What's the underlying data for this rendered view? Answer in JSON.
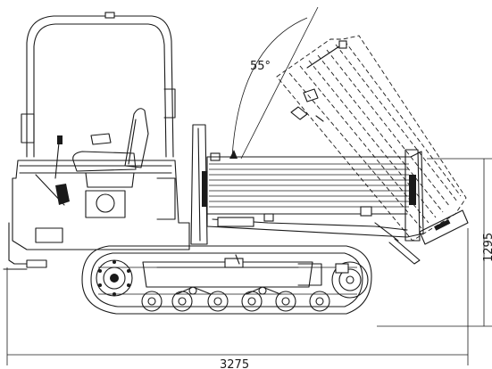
{
  "dimensions": {
    "overall_length": "3275",
    "dump_height": "1295",
    "tip_angle": "55°"
  }
}
